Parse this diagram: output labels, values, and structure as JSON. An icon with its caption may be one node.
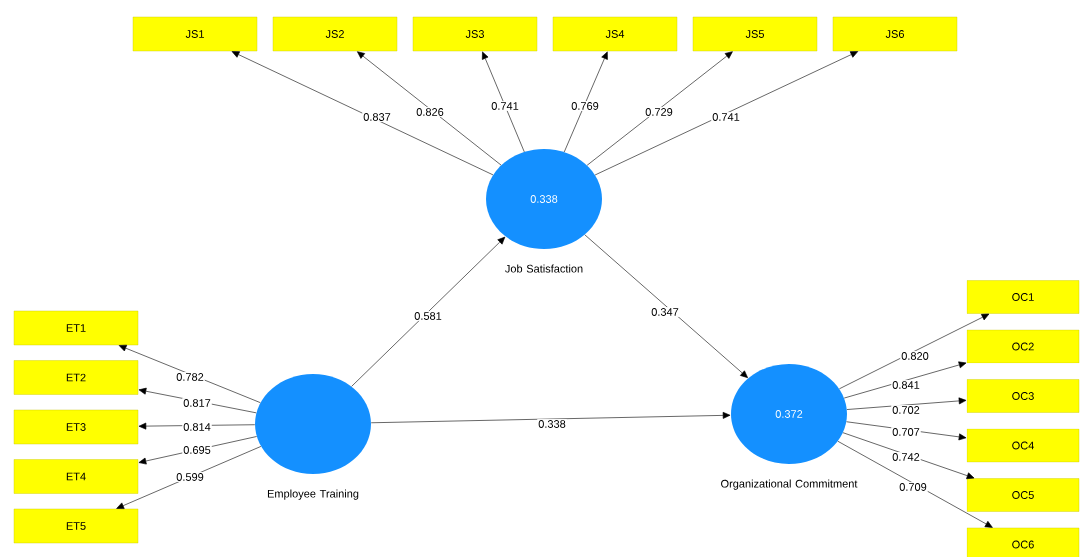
{
  "diagram": {
    "nodes": [
      {
        "text": [
          "JS1"
        ]
      },
      {
        "text": [
          "JS2"
        ]
      },
      {
        "text": [
          "JS3"
        ]
      },
      {
        "text": [
          "JS4"
        ]
      },
      {
        "text": [
          "JS5"
        ]
      },
      {
        "text": [
          "JS6"
        ]
      },
      {
        "text": [
          "0.338",
          "Job Satisfaction"
        ]
      },
      {
        "text": [
          "ET1"
        ]
      },
      {
        "text": [
          "ET2"
        ]
      },
      {
        "text": [
          "ET3"
        ]
      },
      {
        "text": [
          "ET4"
        ]
      },
      {
        "text": [
          "ET5"
        ]
      },
      {
        "text": [
          "Employee Training"
        ]
      },
      {
        "text": [
          "OC1"
        ]
      },
      {
        "text": [
          "OC2"
        ]
      },
      {
        "text": [
          "OC3"
        ]
      },
      {
        "text": [
          "OC4"
        ]
      },
      {
        "text": [
          "OC5"
        ]
      },
      {
        "text": [
          "OC6"
        ]
      },
      {
        "text": [
          "0.372",
          "Organizational Commitment"
        ]
      }
    ],
    "edges": [
      {
        "from": 6,
        "to": 0,
        "arrow": "to",
        "label": "0.837"
      },
      {
        "from": 6,
        "to": 1,
        "arrow": "to",
        "label": "0.826"
      },
      {
        "from": 6,
        "to": 2,
        "arrow": "to",
        "label": "0.741"
      },
      {
        "from": 6,
        "to": 3,
        "arrow": "to",
        "label": "0.769"
      },
      {
        "from": 6,
        "to": 4,
        "arrow": "to",
        "label": "0.729"
      },
      {
        "from": 6,
        "to": 5,
        "arrow": "to",
        "label": "0.741"
      },
      {
        "from": 12,
        "to": 7,
        "arrow": "to",
        "label": "0.782"
      },
      {
        "from": 12,
        "to": 8,
        "arrow": "to",
        "label": "0.817"
      },
      {
        "from": 12,
        "to": 9,
        "arrow": "to",
        "label": "0.814"
      },
      {
        "from": 12,
        "to": 10,
        "arrow": "to",
        "label": "0.695"
      },
      {
        "from": 12,
        "to": 11,
        "arrow": "to",
        "label": "0.599"
      },
      {
        "from": 12,
        "to": 6,
        "arrow": "to",
        "label": "0.581"
      },
      {
        "from": 6,
        "to": 19,
        "arrow": "to",
        "label": "0.347"
      },
      {
        "from": 12,
        "to": 19,
        "arrow": "to",
        "label": "0.338"
      },
      {
        "from": 19,
        "to": 13,
        "arrow": "to",
        "label": "0.820"
      },
      {
        "from": 19,
        "to": 14,
        "arrow": "to",
        "label": "0.841"
      },
      {
        "from": 19,
        "to": 15,
        "arrow": "to",
        "label": "0.702"
      },
      {
        "from": 19,
        "to": 16,
        "arrow": "to",
        "label": "0.707"
      },
      {
        "from": 19,
        "to": 17,
        "arrow": "to",
        "label": "0.742"
      },
      {
        "from": 19,
        "to": 18,
        "arrow": "to",
        "label": "0.709"
      }
    ]
  }
}
